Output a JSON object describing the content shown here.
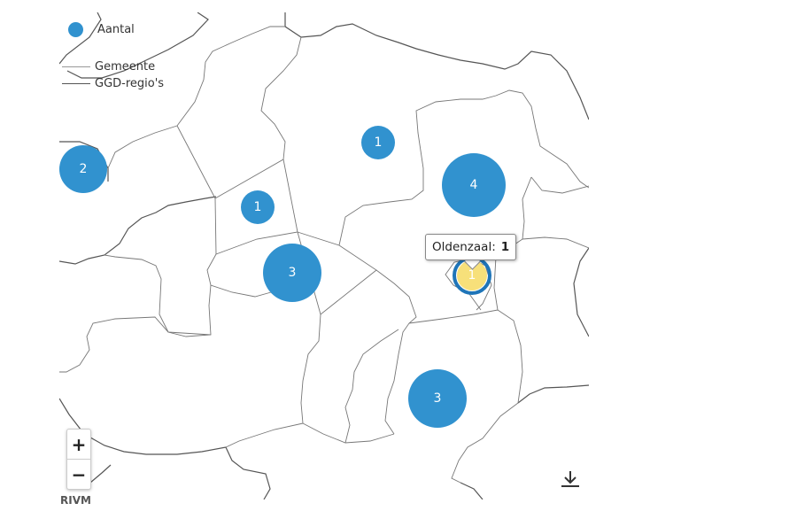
{
  "legend": {
    "count_label": "Aantal",
    "municipality_label": "Gemeente",
    "region_label": "GGD-regio's"
  },
  "markers": [
    {
      "count": "2"
    },
    {
      "count": "1"
    },
    {
      "count": "1"
    },
    {
      "count": "4"
    },
    {
      "count": "3"
    },
    {
      "count": "1",
      "name": "Oldenzaal",
      "selected": true
    },
    {
      "count": "3"
    }
  ],
  "tooltip": {
    "name": "Oldenzaal:",
    "value": "1"
  },
  "zoom": {
    "in_label": "+",
    "out_label": "−"
  },
  "attribution": "RIVM",
  "icons": {
    "download": "download-icon"
  },
  "colors": {
    "marker": "#3192cf",
    "selected_marker": "#f7e07a",
    "selected_ring": "#1f75b8"
  }
}
